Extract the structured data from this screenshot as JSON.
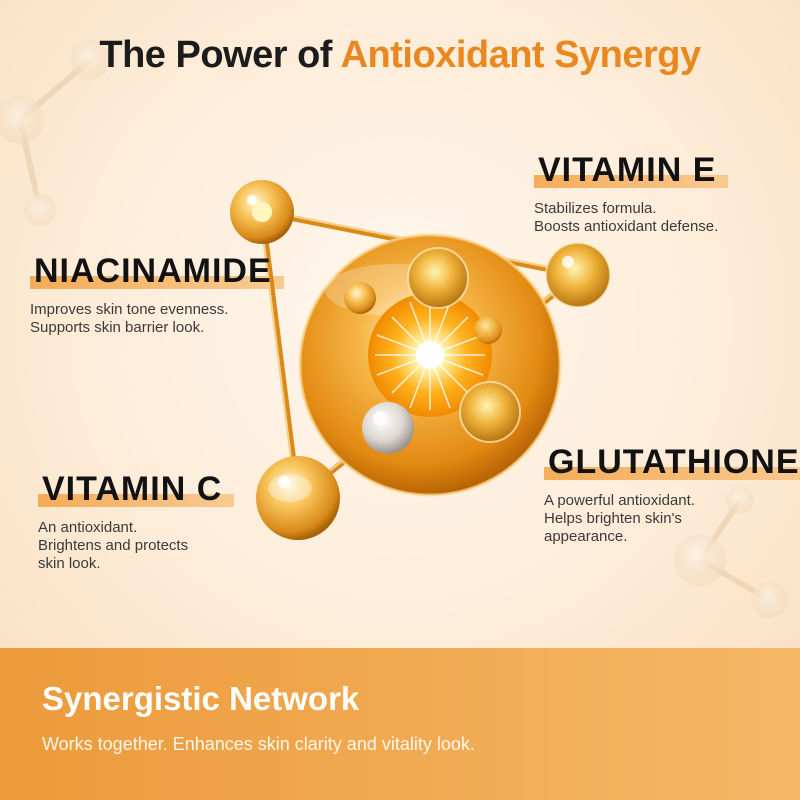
{
  "headline": {
    "prefix": "The Power of ",
    "accent": "Antioxidant Synergy"
  },
  "ingredients": {
    "vitamin_e": {
      "name": "VITAMIN E",
      "desc": [
        "Stabilizes formula.",
        "Boosts antioxidant defense."
      ]
    },
    "niacinamide": {
      "name": "NIACINAMIDE",
      "desc": [
        "Improves skin tone evenness.",
        "Supports skin barrier look."
      ]
    },
    "glutathione": {
      "name": "GLUTATHIONE",
      "desc": [
        "A powerful antioxidant.",
        "Helps brighten skin's",
        "appearance."
      ]
    },
    "vitamin_c": {
      "name": "VITAMIN C",
      "desc": [
        "An antioxidant.",
        "Brightens and protects",
        "skin look."
      ]
    }
  },
  "network": {
    "title": "Synergistic Network",
    "text": "Works together. Enhances skin clarity and vitality look."
  },
  "colors": {
    "accent": "#e9881f",
    "band": "#ec9a3a",
    "gold": "#f0a020"
  }
}
